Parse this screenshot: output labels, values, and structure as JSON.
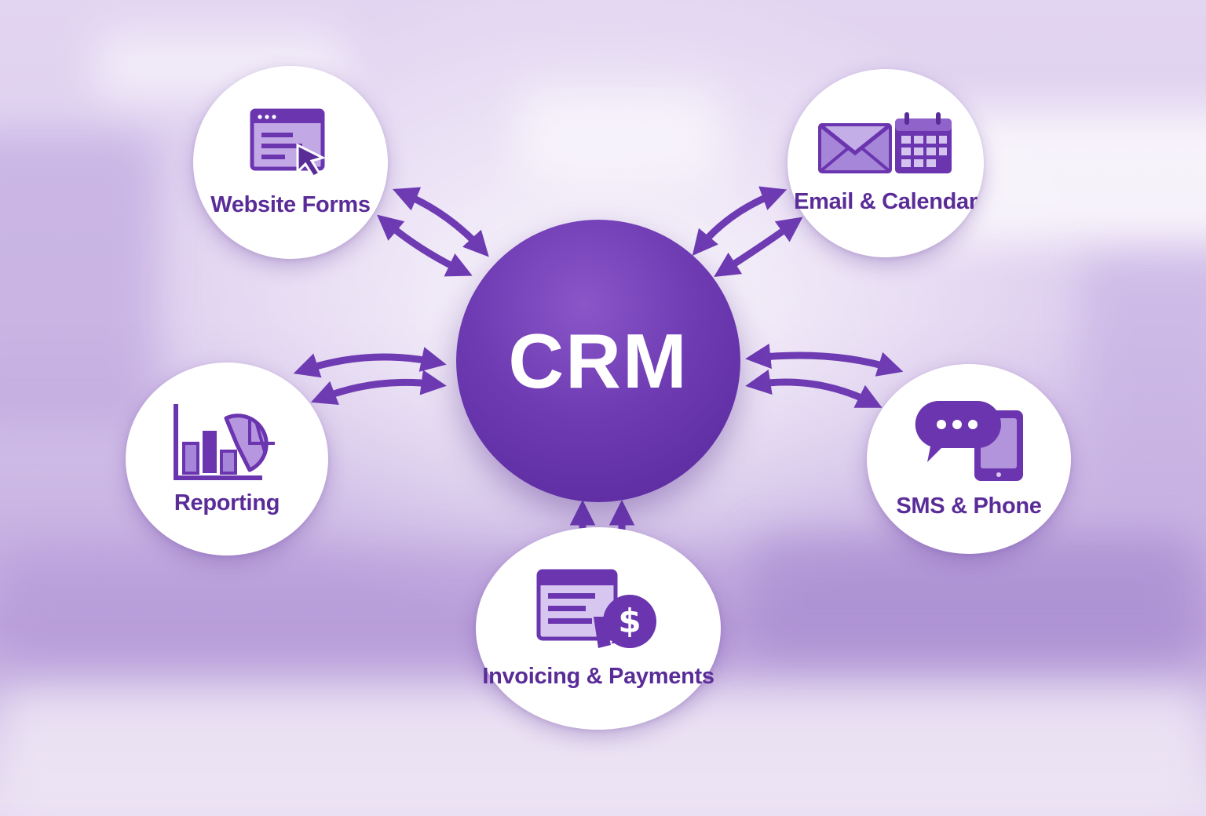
{
  "center": {
    "label": "CRM"
  },
  "nodes": {
    "website_forms": {
      "label": "Website Forms",
      "icon": "browser-form-cursor-icon"
    },
    "email_calendar": {
      "label": "Email & Calendar",
      "icon": "envelope-calendar-icon"
    },
    "reporting": {
      "label": "Reporting",
      "icon": "bar-pie-chart-icon"
    },
    "sms_phone": {
      "label": "SMS & Phone",
      "icon": "chat-bubble-tablet-icon"
    },
    "invoicing_payments": {
      "label": "Invoicing & Payments",
      "icon": "invoice-dollar-icon"
    }
  },
  "colors": {
    "accent": "#6a35ae",
    "accent_light": "#a98ad6",
    "text": "#5a2c98",
    "node_bg": "#ffffff"
  }
}
